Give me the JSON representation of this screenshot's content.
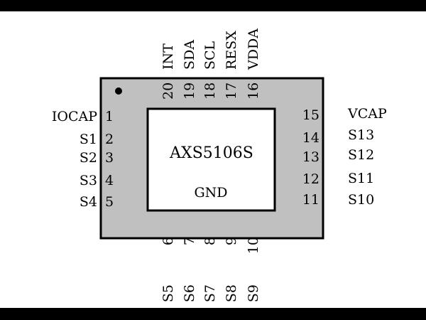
{
  "colors": {
    "frame_bar": "#000000",
    "package_fill": "#c0c0c0",
    "die_fill": "#ffffff",
    "stroke": "#000000",
    "text": "#000000"
  },
  "chip": {
    "part_number": "AXS5106S",
    "center_pad_label": "GND"
  },
  "pins": {
    "left": [
      {
        "number": "1",
        "name": "IOCAP"
      },
      {
        "number": "2",
        "name": "S1"
      },
      {
        "number": "3",
        "name": "S2"
      },
      {
        "number": "4",
        "name": "S3"
      },
      {
        "number": "5",
        "name": "S4"
      }
    ],
    "bottom": [
      {
        "number": "6",
        "name": "S5"
      },
      {
        "number": "7",
        "name": "S6"
      },
      {
        "number": "8",
        "name": "S7"
      },
      {
        "number": "9",
        "name": "S8"
      },
      {
        "number": "10",
        "name": "S9"
      }
    ],
    "right": [
      {
        "number": "11",
        "name": "S10"
      },
      {
        "number": "12",
        "name": "S11"
      },
      {
        "number": "13",
        "name": "S12"
      },
      {
        "number": "14",
        "name": "S13"
      },
      {
        "number": "15",
        "name": "VCAP"
      }
    ],
    "top": [
      {
        "number": "16",
        "name": "VDDA"
      },
      {
        "number": "17",
        "name": "RESX"
      },
      {
        "number": "18",
        "name": "SCL"
      },
      {
        "number": "19",
        "name": "SDA"
      },
      {
        "number": "20",
        "name": "INT"
      }
    ]
  }
}
